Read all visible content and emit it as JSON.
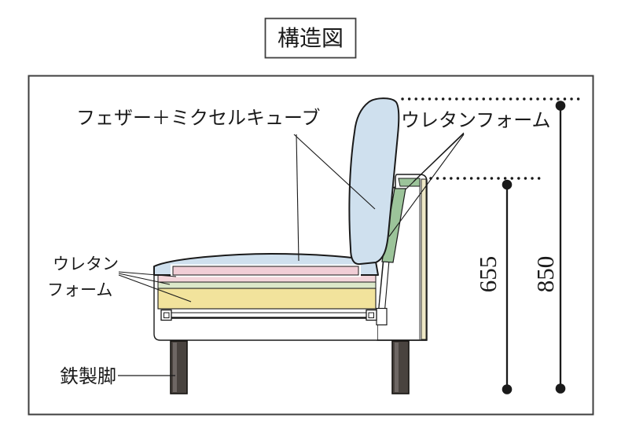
{
  "title": "構造図",
  "diagram": {
    "labels": {
      "feather_mixel": "フェザー＋ミクセルキューブ",
      "urethane_right": "ウレタンフォーム",
      "urethane_left_line1": "ウレタン",
      "urethane_left_line2": "フォーム",
      "iron_legs": "鉄製脚"
    },
    "dimensions": {
      "backrest_height": "655",
      "total_height": "850"
    }
  },
  "colors": {
    "outline": "#1a1a1a",
    "border": "#3f3f3f",
    "cushion_blue": "#cfe0ee",
    "insert_pink": "#f1ced6",
    "layer_pink": "#f3d5da",
    "layer_green": "#dce8c9",
    "layer_yellow": "#f2e39c",
    "pad_green": "#9cc49a",
    "strip_yellow": "#efe9c7",
    "leg_dark": "#49433f",
    "leg_light": "#6e6764"
  }
}
